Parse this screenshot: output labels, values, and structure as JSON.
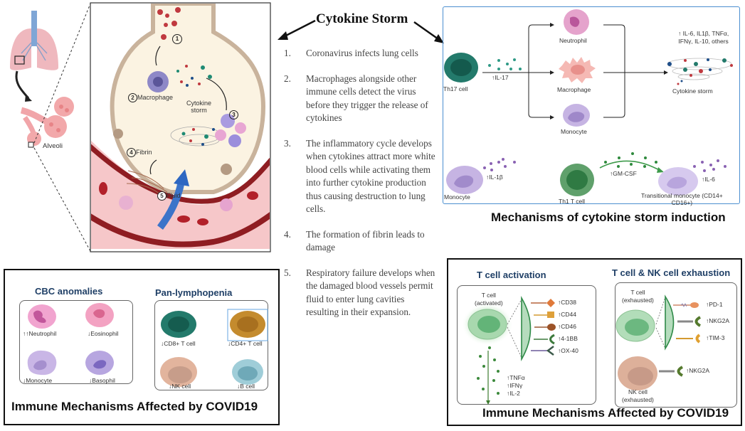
{
  "title": "Cytokine Storm",
  "lung_panel": {
    "alveoli_label": "Alveoli",
    "labels": {
      "macrophage": "Macrophage",
      "cytokine_storm_line1": "Cytokine",
      "cytokine_storm_line2": "storm",
      "fibrin": "Fibrin",
      "fluid": "Fluid"
    },
    "step_markers": [
      "1",
      "2",
      "3",
      "4",
      "5"
    ]
  },
  "steps": [
    {
      "num": "1.",
      "text": "Coronavirus infects lung cells"
    },
    {
      "num": "2.",
      "text": "Macrophages alongside other immune cells detect the virus before they trigger the release of cytokines"
    },
    {
      "num": "3.",
      "text": "The inflammatory cycle develops when cytokines attract more white blood cells while activating them into further cytokine production thus causing destruction to lung cells."
    },
    {
      "num": "4.",
      "text": "The formation of fibrin leads to damage"
    },
    {
      "num": "5.",
      "text": "Respiratory failure develops when the damaged blood vessels permit fluid to enter lung cavities resulting in their expansion."
    }
  ],
  "mechanisms_panel": {
    "caption": "Mechanisms of cytokine storm induction",
    "th17_cell": "Th17 cell",
    "il17": "↑IL-17",
    "neutrophil": "Neutrophil",
    "macrophage": "Macrophage",
    "monocyte": "Monocyte",
    "cytokines_line1": "↑ IL-6, IL1β, TNFα,",
    "cytokines_line2": "IFNγ, IL-10, others",
    "cytokine_storm": "Cytokine storm",
    "monocyte_left": "Monocyte",
    "il1b": "↑IL-1β",
    "th1_cell": "Th1 T cell",
    "gmcsf": "↑GM-CSF",
    "il6": "↑IL-6",
    "transitional_line1": "Transitional monocyte (CD14+",
    "transitional_line2": "CD16+)"
  },
  "immune_left": {
    "caption": "Immune Mechanisms Affected by COVID19",
    "cbc_title": "CBC anomalies",
    "cbc_cells": [
      {
        "label": "↑↑Neutrophil"
      },
      {
        "label": "↓Eosinophil"
      },
      {
        "label": "↓Monocyte"
      },
      {
        "label": "↓Basophil"
      }
    ],
    "pan_title": "Pan-lymphopenia",
    "pan_cells": [
      {
        "label": "↓CD8+ T cell"
      },
      {
        "label": "↓CD4+ T cell"
      },
      {
        "label": "↓NK cell"
      },
      {
        "label": "↓B cell"
      }
    ]
  },
  "immune_right": {
    "caption": "Immune Mechanisms Affected by COVID19",
    "activation_title": "T cell activation",
    "activated_line1": "T cell",
    "activated_line2": "(activated)",
    "activation_markers": [
      "↑CD38",
      "↑CD44",
      "↑CD46",
      "↑4-1BB",
      "↑OX-40"
    ],
    "activation_cytokines": [
      "↑TNFα",
      "↑IFNγ",
      "↑IL-2"
    ],
    "exhaustion_title": "T cell & NK cell exhaustion",
    "exhausted_line1": "T cell",
    "exhausted_line2": "(exhausted)",
    "exhaustion_markers": [
      "↑PD-1",
      "↑NKG2A",
      "↑TIM-3"
    ],
    "nk_marker": "↑NKG2A",
    "nk_line1": "NK cell",
    "nk_line2": "(exhausted)"
  },
  "colors": {
    "teal": "#237a6b",
    "blue_border": "#4b8fd0",
    "heading_blue": "#1f3f66",
    "vessel_red": "#8f1d22",
    "alveolus_fill": "#fbf3e2"
  }
}
